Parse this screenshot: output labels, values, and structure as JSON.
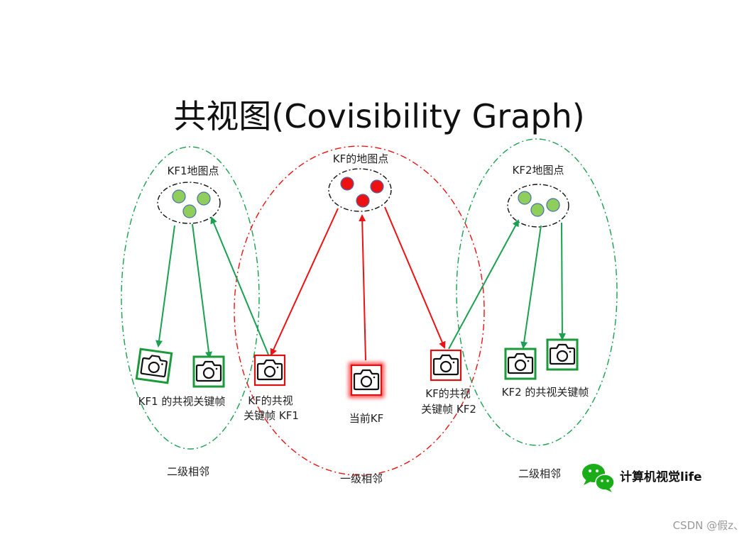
{
  "title": "共视图(Covisibility Graph)",
  "map_point_groups": [
    {
      "id": "kf1",
      "label": "KF1地图点",
      "point_color": "#8fce5a"
    },
    {
      "id": "kf",
      "label": "KF的地图点",
      "point_color": "#ee1111"
    },
    {
      "id": "kf2",
      "label": "KF2地图点",
      "point_color": "#8fce5a"
    }
  ],
  "keyframes": [
    {
      "id": "kf1-cov-a",
      "frame_color": "#1a9a3a",
      "label": ""
    },
    {
      "id": "kf1-cov-b",
      "frame_color": "#1a9a3a",
      "label": ""
    },
    {
      "id": "kf-cov-kf1",
      "frame_color": "#dd1111",
      "label_lines": [
        "KF的共视",
        "关键帧 KF1"
      ]
    },
    {
      "id": "current-kf",
      "frame_color": "#dd1111",
      "label_lines": [
        "当前KF"
      ]
    },
    {
      "id": "kf-cov-kf2",
      "frame_color": "#dd1111",
      "label_lines": [
        "KF的共视",
        "关键帧 KF2"
      ]
    },
    {
      "id": "kf2-cov-a",
      "frame_color": "#1a9a3a",
      "label": ""
    },
    {
      "id": "kf2-cov-b",
      "frame_color": "#1a9a3a",
      "label": ""
    }
  ],
  "group_labels": {
    "kf1_covisible": "KF1 的共视关键帧",
    "kf2_covisible": "KF2 的共视关键帧"
  },
  "regions": {
    "left": "二级相邻",
    "center": "一级相邻",
    "right": "二级相邻"
  },
  "colors": {
    "primary_neighbor": "#ee1111",
    "secondary_neighbor": "#1aa050",
    "map_point_outline": "#4a6fb5"
  },
  "brand": "计算机视觉life",
  "watermark": "CSDN @假z、"
}
